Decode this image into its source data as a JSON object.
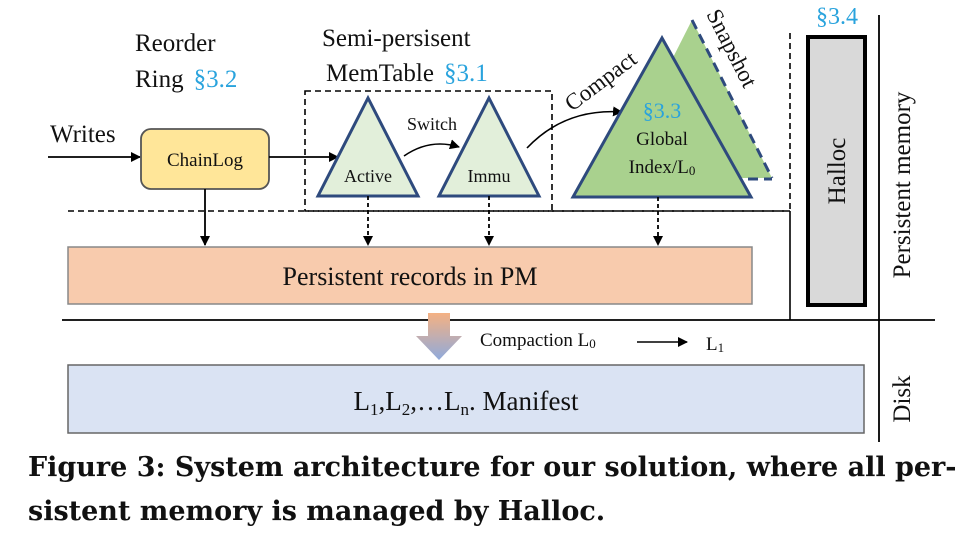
{
  "labels": {
    "writes": "Writes",
    "reorder_ring_line1": "Reorder",
    "reorder_ring_line2": "Ring",
    "reorder_ring_section": "§3.2",
    "memtable_line1": "Semi-persisent",
    "memtable_line2": "MemTable",
    "memtable_section": "§3.1",
    "chainlog": "ChainLog",
    "switch": "Switch",
    "active": "Active",
    "immu": "Immu",
    "compact": "Compact",
    "snapshot": "Snapshot",
    "global_section": "§3.3",
    "global_line1": "Global",
    "global_line2": "Index/L",
    "global_sub": "0",
    "halloc_section": "§3.4",
    "halloc": "Halloc",
    "persistent_memory": "Persistent memory",
    "disk": "Disk",
    "persistent_records": "Persistent records in PM",
    "compaction": "Compaction L",
    "compaction_sub": "0",
    "compaction_target": "L",
    "compaction_target_sub": "1",
    "manifest_L": "L",
    "manifest_1": "1",
    "manifest_2": "2",
    "manifest_n": "n",
    "manifest_ellipsis": "…L",
    "manifest_suffix": ". Manifest",
    "comma": ","
  },
  "caption": {
    "line1": "Figure 3: System architecture for our solution, where all per-",
    "line2": "sistent memory is managed by Halloc."
  },
  "colors": {
    "section_ref": "#29a3dd",
    "chainlog_fill": "#ffe699",
    "chainlog_stroke": "#555555",
    "triangle_stroke": "#2e4a7d",
    "triangle_light_fill": "#e2efda",
    "triangle_global_fill": "#a9d18e",
    "snapshot_fill": "#a9d18e",
    "records_fill": "#f8cbad",
    "records_stroke": "#888888",
    "manifest_fill": "#dae3f3",
    "manifest_stroke": "#666666",
    "halloc_fill": "#d9d9d9"
  }
}
